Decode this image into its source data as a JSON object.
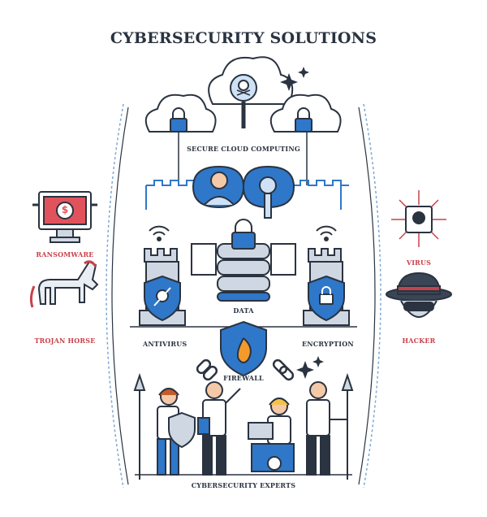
{
  "title": "CYBERSECURITY SOLUTIONS",
  "labels": {
    "cloud": "SECURE CLOUD COMPUTING",
    "data": "DATA",
    "antivirus": "ANTIVIRUS",
    "encryption": "ENCRYPTION",
    "firewall": "FIREWALL",
    "experts": "CYBERSECURITY EXPERTS"
  },
  "threats": {
    "ransomware": "RANSOMWARE",
    "trojan": "TROJAN HORSE",
    "virus": "VIRUS",
    "hacker": "HACKER"
  },
  "colors": {
    "ink": "#2a3340",
    "accent_blue": "#2f77c9",
    "light_blue": "#cfe2f5",
    "threat_red": "#c8424b",
    "flame_orange": "#f39a2b"
  },
  "icons": [
    "lock-icon",
    "skull-icon",
    "magnifier-icon",
    "key-icon",
    "wifi-icon",
    "shield-icon",
    "flame-icon",
    "database-icon",
    "chain-icon",
    "sparkle-icon",
    "gear-icon"
  ]
}
